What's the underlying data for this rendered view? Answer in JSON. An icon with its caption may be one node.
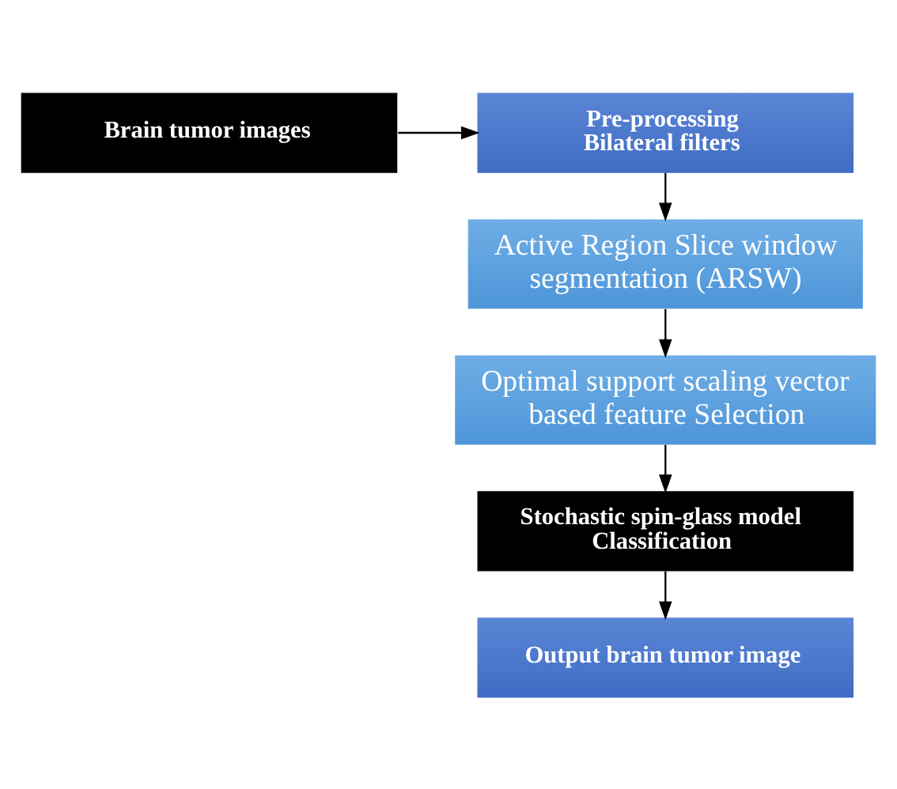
{
  "diagram": {
    "nodes": [
      {
        "text": [
          "Brain tumor images"
        ]
      },
      {
        "text": [
          "Pre-processing",
          "Bilateral filters"
        ]
      },
      {
        "text": [
          "Active Region Slice window segmentation (ARSW)"
        ]
      },
      {
        "text": [
          "Optimal support scaling vector based feature Selection"
        ]
      },
      {
        "text": [
          "Stochastic spin-glass model Classification"
        ]
      },
      {
        "text": [
          "Output brain tumor image"
        ]
      }
    ],
    "edges": [
      {
        "from": 0,
        "to": 1,
        "arrow": "to"
      },
      {
        "from": 1,
        "to": 2,
        "arrow": "to"
      },
      {
        "from": 2,
        "to": 3,
        "arrow": "to"
      },
      {
        "from": 3,
        "to": 4,
        "arrow": "to"
      },
      {
        "from": 4,
        "to": 5,
        "arrow": "to"
      }
    ]
  }
}
